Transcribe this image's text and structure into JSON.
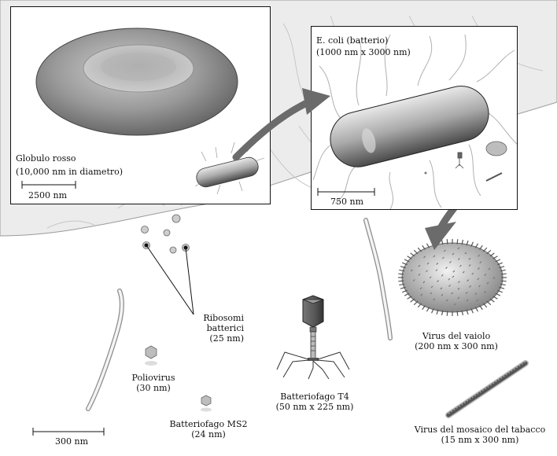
{
  "panels": {
    "rbc": {
      "title": "Globulo rosso",
      "subtitle": "(10,000 nm in diametro)",
      "scale": "2500 nm"
    },
    "ecoli": {
      "title": "E. coli (batterio)",
      "subtitle": "(1000 nm x 3000 nm)",
      "scale": "750 nm"
    }
  },
  "labels": {
    "ribosomes": {
      "line1": "Ribosomi",
      "line2": "batterici",
      "line3": "(25 nm)"
    },
    "poliovirus": {
      "line1": "Poliovirus",
      "line2": "(30 nm)"
    },
    "ms2": {
      "line1": "Batteriofago MS2",
      "line2": "(24 nm)"
    },
    "t4": {
      "line1": "Batteriofago T4",
      "line2": "(50 nm x 225 nm)"
    },
    "smallpox": {
      "line1": "Virus del vaiolo",
      "line2": "(200 nm x 300 nm)"
    },
    "tmv": {
      "line1": "Virus del mosaico del tabacco",
      "line2": "(15 nm x 300 nm)"
    },
    "main_scale": "300 nm"
  },
  "colors": {
    "background_membrane": "#ededed",
    "ink": "#111111",
    "arrow": "#555555",
    "ribosome_fill": "#c9c9c9"
  }
}
